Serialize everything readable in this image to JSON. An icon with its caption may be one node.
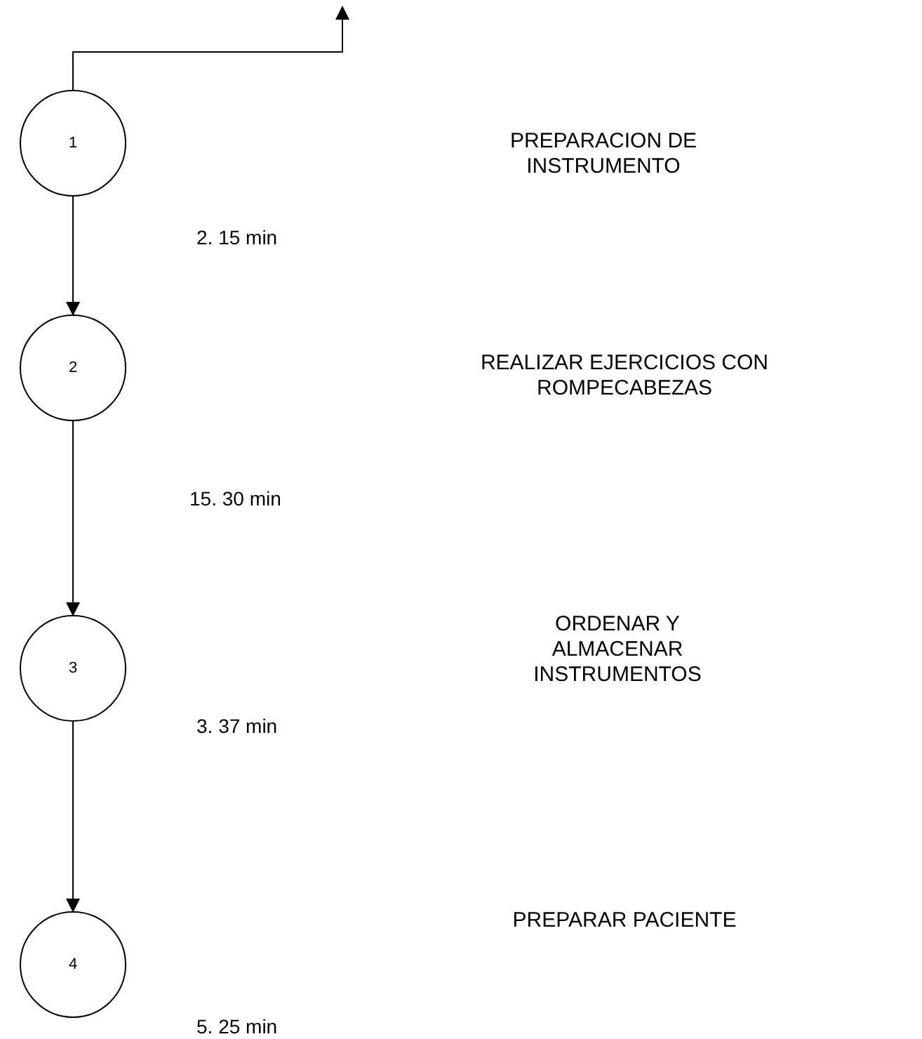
{
  "diagram": {
    "nodes": [
      {
        "text": [
          "1"
        ]
      },
      {
        "text": [
          "2"
        ]
      },
      {
        "text": [
          "3"
        ]
      },
      {
        "text": [
          "4"
        ]
      }
    ],
    "edges": [
      {
        "from": 0,
        "to": null,
        "arrow": "to"
      },
      {
        "from": 0,
        "to": 1,
        "arrow": "to"
      },
      {
        "from": 1,
        "to": 2,
        "arrow": "to"
      },
      {
        "from": 2,
        "to": 3,
        "arrow": "to"
      }
    ],
    "labels": [
      "PREPARACION DE INSTRUMENTO",
      "2. 15 min",
      "REALIZAR EJERCICIOS CON ROMPECABEZAS",
      "15. 30 min",
      "ORDENAR Y ALMACENAR INSTRUMENTOS",
      "3. 37 min",
      "PREPARAR PACIENTE",
      "5. 25 min"
    ]
  }
}
